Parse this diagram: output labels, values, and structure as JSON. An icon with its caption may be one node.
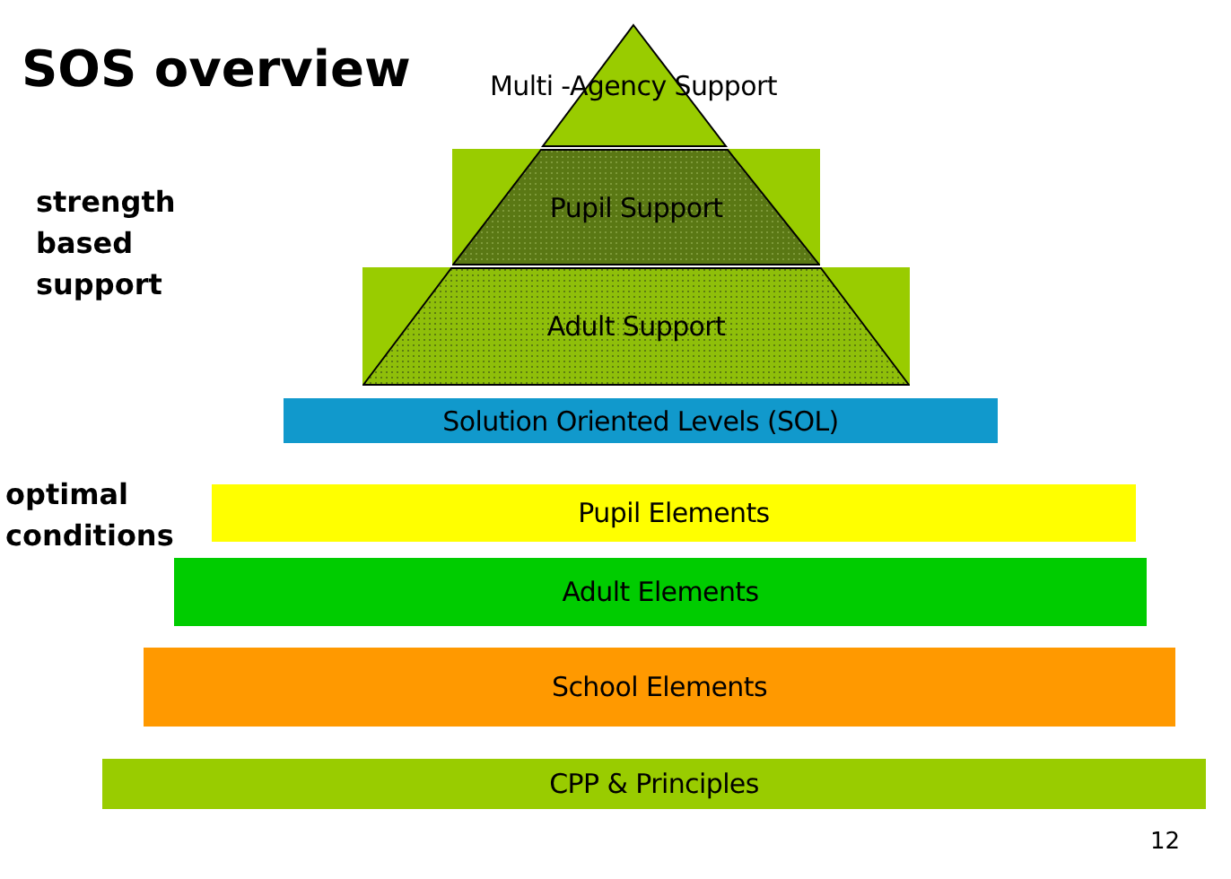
{
  "diagram": {
    "title": "SOS overview",
    "nodes": [
      {
        "text": [
          "Multi -Agency Support"
        ]
      },
      {
        "text": [
          "Pupil Support"
        ]
      },
      {
        "text": [
          "Adult Support"
        ]
      },
      {
        "text": [
          "Solution Oriented Levels (SOL)"
        ]
      },
      {
        "text": [
          "Pupil Elements"
        ]
      },
      {
        "text": [
          "Adult Elements"
        ]
      },
      {
        "text": [
          "School Elements"
        ]
      },
      {
        "text": [
          "CPP & Principles"
        ]
      }
    ],
    "labels": [
      "strength based support",
      "optimal conditions",
      "12"
    ]
  }
}
